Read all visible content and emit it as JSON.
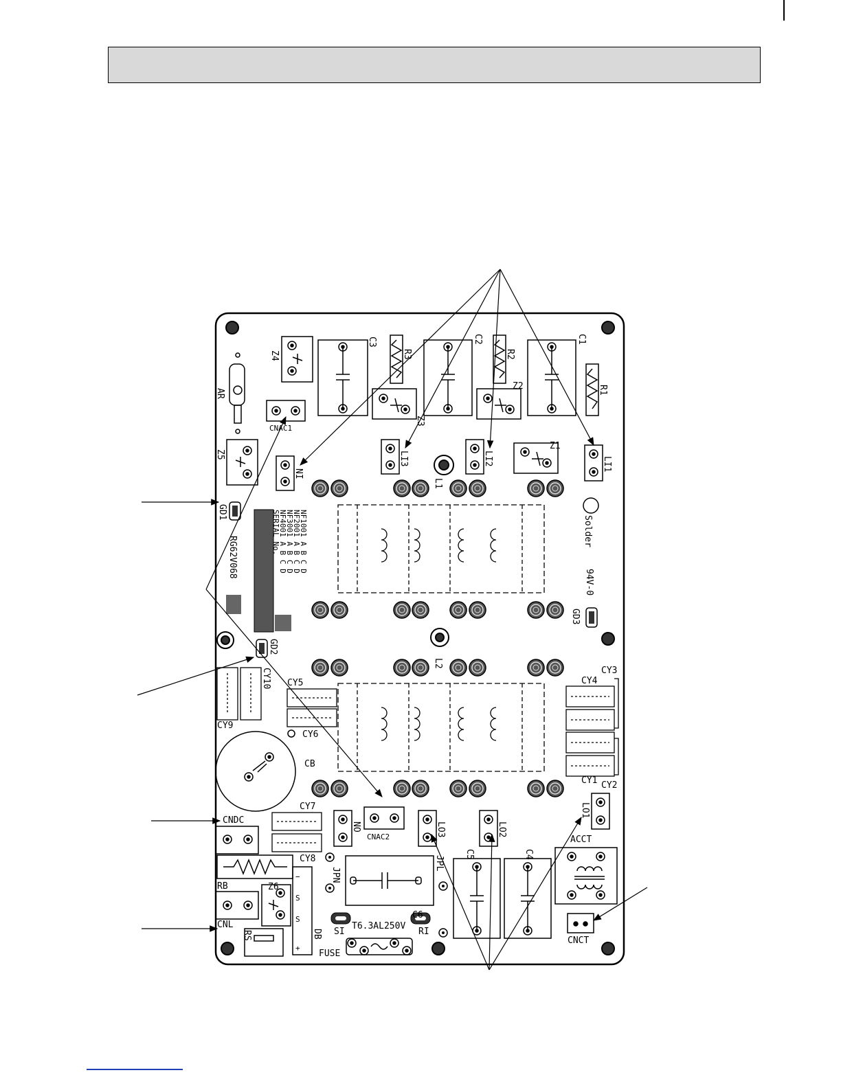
{
  "labels": {
    "c3": "C3",
    "c2": "C2",
    "c1": "C1",
    "r3": "R3",
    "r2": "R2",
    "r1": "R1",
    "z4": "Z4",
    "z3": "Z3",
    "z2": "Z2",
    "z1": "Z1",
    "z5": "Z5",
    "z6": "Z6",
    "ar": "AR",
    "cnac1": "CNAC1",
    "cnac2": "CNAC2",
    "li3": "LI3",
    "li2": "LI2",
    "li1": "LI1",
    "ni": "NI",
    "no": "NO",
    "l1": "L1",
    "l2": "L2",
    "gd1": "GD1",
    "gd2": "GD2",
    "gd3": "GD3",
    "solder": "Solder",
    "rating": "94V-0",
    "pcb_code": "RG62V068",
    "part_lines": [
      "NF1001 A B C D",
      "NF2001 A B C D",
      "NF3001 A B C D",
      "NF4001 A B C D",
      "SERIAL No."
    ],
    "cy1": "CY1",
    "cy2": "CY2",
    "cy3": "CY3",
    "cy4": "CY4",
    "cy5": "CY5",
    "cy6": "CY6",
    "cy7": "CY7",
    "cy8": "CY8",
    "cy9": "CY9",
    "cy10": "CY10",
    "cb": "CB",
    "cndc": "CNDC",
    "rb": "RB",
    "cnl": "CNL",
    "rs": "RS",
    "db": "DB",
    "jpn": "JPN",
    "jpl": "JPL",
    "c6": "C6",
    "c5": "C5",
    "c4": "C4",
    "lo3": "LO3",
    "lo2": "LO2",
    "lo1": "LO1",
    "si": "SI",
    "ri": "RI",
    "fuse_rating": "T6.3AL250V",
    "fuse": "FUSE",
    "acct": "ACCT",
    "cnct": "CNCT",
    "db_pins": [
      "−",
      "S",
      "S",
      "+"
    ]
  }
}
